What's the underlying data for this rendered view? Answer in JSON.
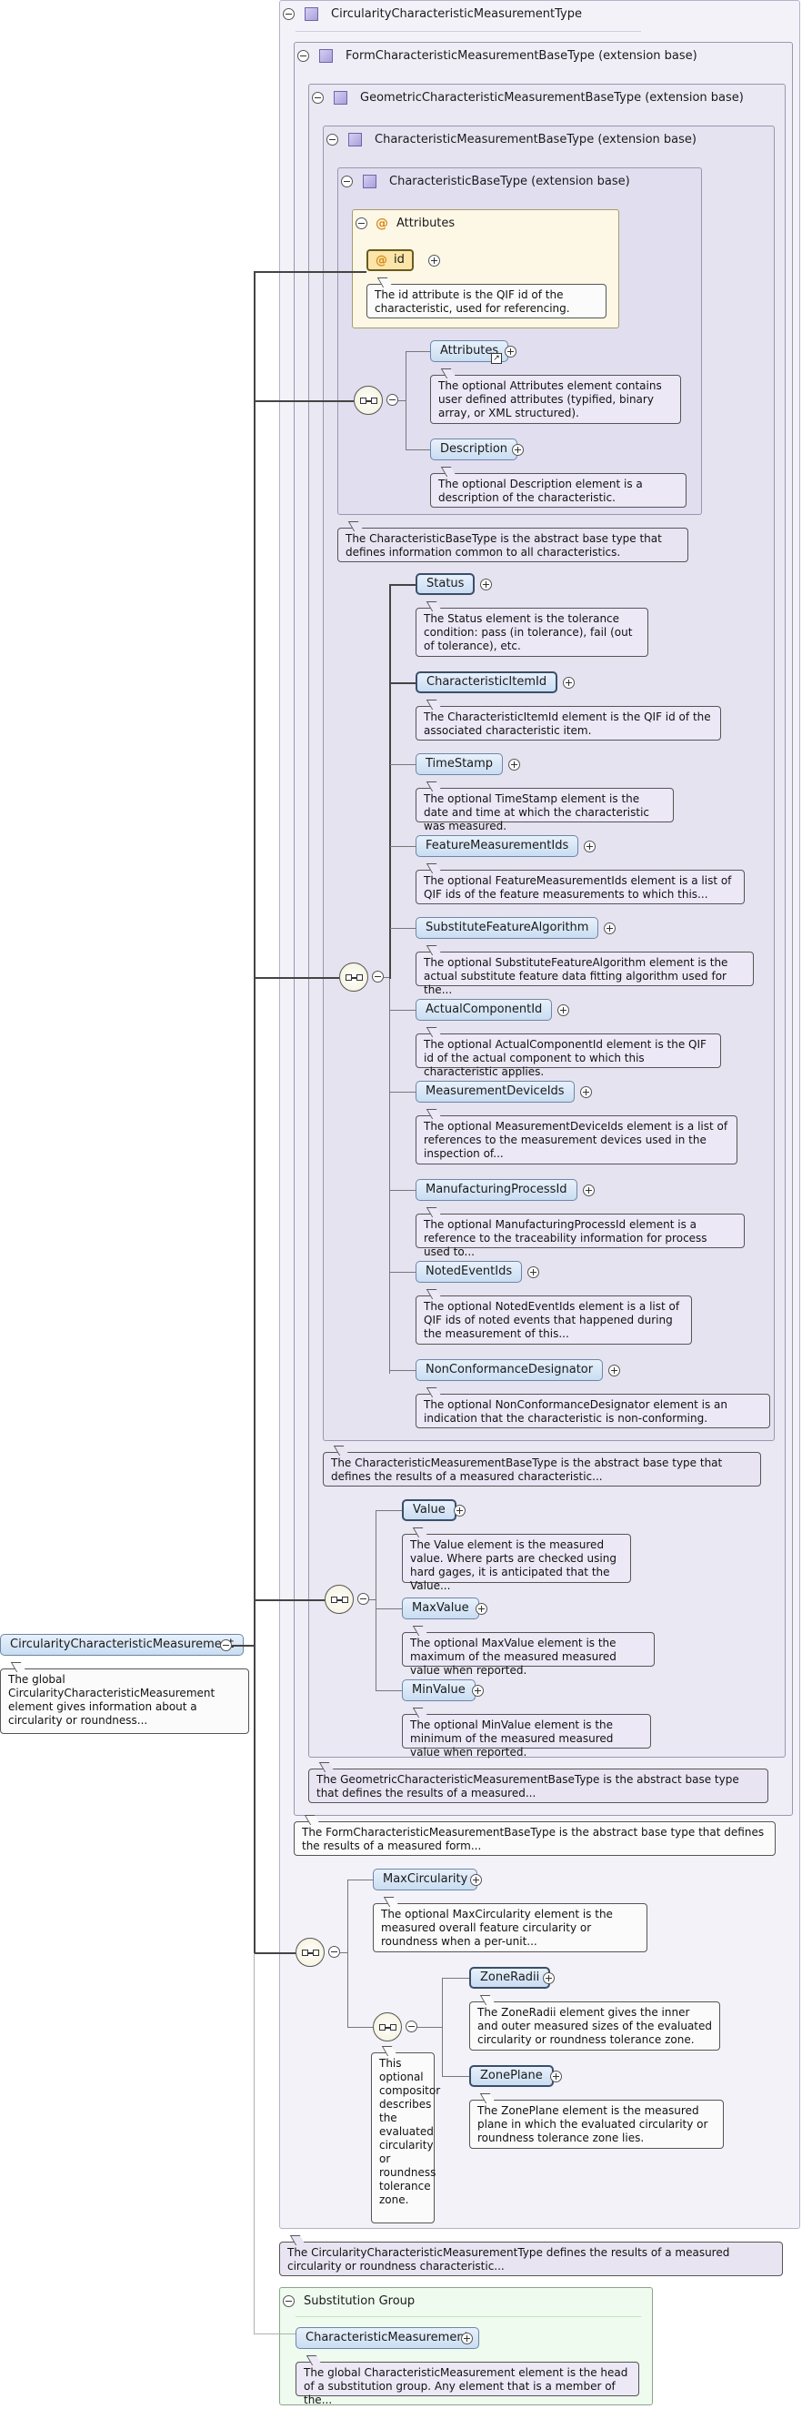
{
  "root": {
    "name": "CircularityCharacteristicMeasurement",
    "doc": "The global CircularityCharacteristicMeasurement element gives information about a circularity or roundness..."
  },
  "types": {
    "circularity": {
      "title": "CircularityCharacteristicMeasurementType"
    },
    "form": {
      "title": "FormCharacteristicMeasurementBaseType (extension base)"
    },
    "geometric": {
      "title": "GeometricCharacteristicMeasurementBaseType (extension base)"
    },
    "measurement_base": {
      "title": "CharacteristicMeasurementBaseType (extension base)"
    },
    "characteristic_base": {
      "title": "CharacteristicBaseType (extension base)"
    }
  },
  "attributes": {
    "title": "Attributes",
    "id": {
      "name": "id",
      "doc": "The id attribute is the QIF id of the characteristic, used for referencing."
    }
  },
  "characteristic_base_elements": [
    {
      "name": "Attributes",
      "doc": "The optional Attributes element contains user defined attributes (typified, binary array, or XML structured)."
    },
    {
      "name": "Description",
      "doc": "The optional Description element is a description of the characteristic."
    }
  ],
  "characteristic_base_doc": "The CharacteristicBaseType is the abstract base type that defines information common to all characteristics.",
  "measurement_base_elements": [
    {
      "name": "Status",
      "doc": "The Status element is the tolerance condition: pass (in tolerance), fail (out of tolerance), etc."
    },
    {
      "name": "CharacteristicItemId",
      "doc": "The CharacteristicItemId element is the QIF id of the associated characteristic item."
    },
    {
      "name": "TimeStamp",
      "doc": "The optional TimeStamp element is the date and time at which the characteristic was measured."
    },
    {
      "name": "FeatureMeasurementIds",
      "doc": "The optional FeatureMeasurementIds element is a list of QIF ids of the feature measurements to which this..."
    },
    {
      "name": "SubstituteFeatureAlgorithm",
      "doc": "The optional SubstituteFeatureAlgorithm element is the actual substitute feature data fitting algorithm used for the..."
    },
    {
      "name": "ActualComponentId",
      "doc": "The optional ActualComponentId element is the QIF id of the actual component to which this characteristic applies."
    },
    {
      "name": "MeasurementDeviceIds",
      "doc": "The optional MeasurementDeviceIds element is a list of references to the measurement devices used in the inspection of..."
    },
    {
      "name": "ManufacturingProcessId",
      "doc": "The optional ManufacturingProcessId element is a reference to the traceability information for process used to..."
    },
    {
      "name": "NotedEventIds",
      "doc": "The optional NotedEventIds element is a list of QIF ids of noted events that happened during the measurement of this..."
    },
    {
      "name": "NonConformanceDesignator",
      "doc": "The optional NonConformanceDesignator element is an indication that the characteristic is non-conforming."
    }
  ],
  "measurement_base_doc": "The CharacteristicMeasurementBaseType is the abstract base type that defines the results of a measured characteristic...",
  "geometric_elements": [
    {
      "name": "Value",
      "doc": "The Value element is the measured value. Where parts are checked using hard gages, it is anticipated that the Value..."
    },
    {
      "name": "MaxValue",
      "doc": "The optional MaxValue element is the maximum of the measured measured value when reported."
    },
    {
      "name": "MinValue",
      "doc": "The optional MinValue element is the minimum of the measured measured value when reported."
    }
  ],
  "geometric_doc": "The GeometricCharacteristicMeasurementBaseType is the abstract base type that defines the results of a measured...",
  "form_doc": "The FormCharacteristicMeasurementBaseType is the abstract base type that defines the results of a measured form...",
  "circularity_elements": {
    "max": {
      "name": "MaxCircularity",
      "doc": "The optional MaxCircularity element is the measured overall feature circularity or roundness when a per-unit..."
    },
    "compositor_doc": "This optional compositor describes the evaluated circularity or roundness tolerance zone.",
    "zone_radii": {
      "name": "ZoneRadii",
      "doc": "The ZoneRadii element gives the inner and outer measured sizes of the evaluated circularity or roundness tolerance zone."
    },
    "zone_plane": {
      "name": "ZonePlane",
      "doc": "The ZonePlane element is the measured plane in which the evaluated circularity or roundness tolerance zone lies."
    }
  },
  "circularity_doc": "The CircularityCharacteristicMeasurementType defines the results of a measured circularity or roundness characteristic...",
  "substitution": {
    "title": "Substitution Group",
    "element": "CharacteristicMeasurement",
    "doc": "The global CharacteristicMeasurement element is the head of a substitution group. Any element that is a member of the..."
  }
}
